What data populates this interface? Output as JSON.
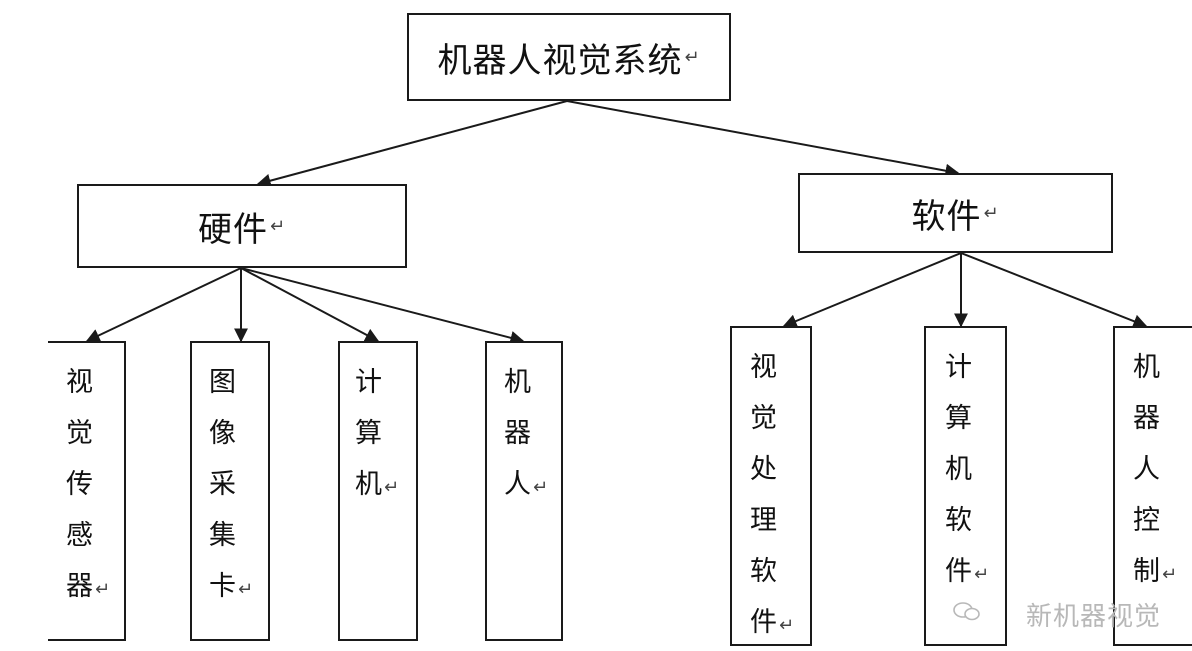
{
  "root": {
    "label": "机器人视觉系统"
  },
  "hardware": {
    "label": "硬件",
    "children": [
      {
        "label": "视觉传感器"
      },
      {
        "label": "图像采集卡"
      },
      {
        "label": "计算机"
      },
      {
        "label": "机器人"
      }
    ]
  },
  "software": {
    "label": "软件",
    "children": [
      {
        "label": "视觉处理软件"
      },
      {
        "label": "计算机软件"
      },
      {
        "label": "机器人控制"
      }
    ]
  },
  "paragraph_mark": "↵",
  "watermark": {
    "text": "新机器视觉",
    "icon": "wechat-icon"
  }
}
